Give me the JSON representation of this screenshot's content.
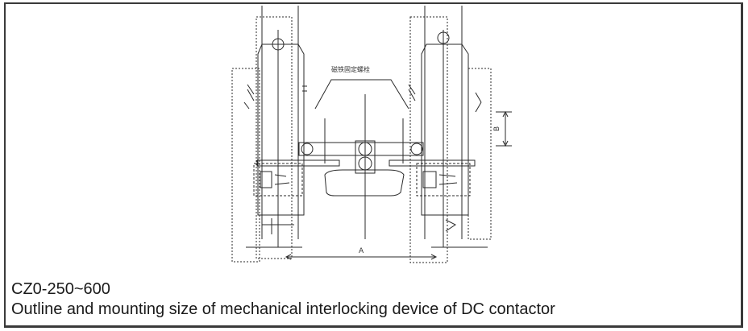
{
  "drawing": {
    "annotation_cn": "磁铁固定螺栓",
    "dim_a": "A",
    "dim_b": "B"
  },
  "caption": {
    "model": "CZ0-250~600",
    "description": "Outline and mounting size of mechanical interlocking device of DC contactor"
  }
}
